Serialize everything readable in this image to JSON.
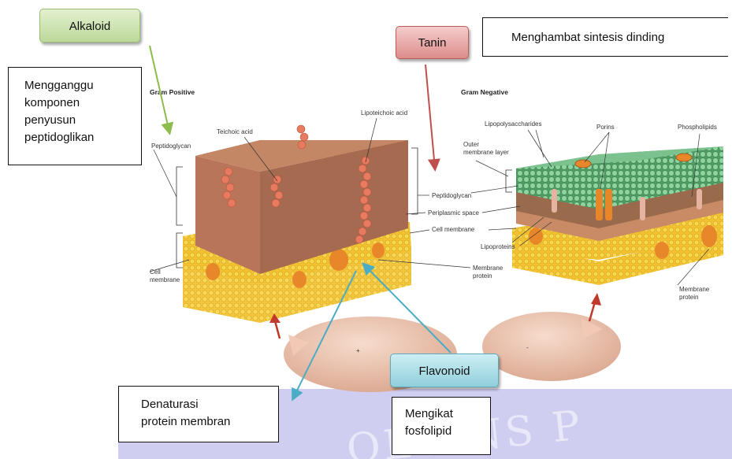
{
  "callouts": {
    "alkaloid": "Alkaloid",
    "tanin": "Tanin",
    "flavonoid": "Flavonoid"
  },
  "boxes": {
    "mengganggu": [
      "Mengganggu",
      "komponen",
      "penyusun",
      "peptidoglikan"
    ],
    "menghambat": "Menghambat sintesis dinding",
    "denaturasi": [
      "Denaturasi",
      "protein membran"
    ],
    "mengikat": [
      "Mengikat",
      "fosfolipid"
    ]
  },
  "diagram": {
    "gram_positive": {
      "header": "Gram Positive",
      "peptidoglycan": "Peptidoglycan",
      "teichoic_acid": "Teichoic acid",
      "lipoteichoic_acid": "Lipoteichoic acid",
      "cell_membrane": [
        "Cell",
        "membrane"
      ]
    },
    "gram_negative": {
      "header": "Gram Negative",
      "lipopolysaccharides": "Lipopolysaccharides",
      "porins": "Porins",
      "phospholipids": "Phospholipids",
      "outer_membrane_layer": [
        "Outer",
        "membrane layer"
      ],
      "lipoproteins": "Lipoproteins",
      "membrane_protein": [
        "Membrane",
        "protein"
      ]
    },
    "center": {
      "peptidoglycan": "Peptidoglycan",
      "periplasmic_space": "Periplasmic space",
      "cell_membrane": "Cell membrane",
      "membrane_protein": [
        "Membrane",
        "protein"
      ]
    },
    "cell_signs": {
      "positive": "+",
      "negative": "-"
    }
  },
  "watermark": "OLO        NS P",
  "colors": {
    "alkaloid_fill": "#cfe5b0",
    "tanin_fill": "#e9a6a4",
    "flavonoid_fill": "#a8dce6",
    "alkaloid_arrow": "#8dbb4c",
    "tanin_arrow": "#c0504d",
    "flavonoid_arrow": "#4bacc6",
    "watermark_band": "#c9c8ee"
  }
}
